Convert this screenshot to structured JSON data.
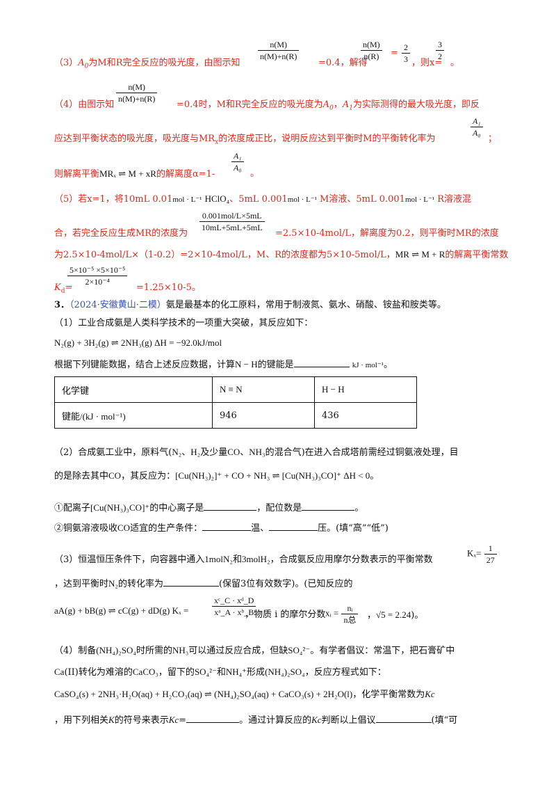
{
  "p3": {
    "prefix": "（3）",
    "a0": "A",
    "a0_sub": "0",
    "t1": "为M和R完全反应的吸光度，由图示知",
    "frac1_num": "n(M)",
    "frac1_den": "n(M)+n(R)",
    "t2": "=0.4，解得",
    "frac2_num": "n(M)",
    "frac2_den": "n(R)",
    "eq": "=",
    "frac3_num": "2",
    "frac3_den": "3",
    "t3": "，则x=",
    "frac4_num": "3",
    "frac4_den": "2",
    "end": "。"
  },
  "p4": {
    "prefix": "（4）由图示知",
    "frac_num": "n(M)",
    "frac_den": "n(M)+n(R)",
    "t1": "=0.4时，M和R完全反应的吸光度为",
    "a0": "A",
    "a0_sub": "0",
    "t2": "，",
    "a1": "A",
    "a1_sub": "1",
    "t3": "为实际测得的最大吸光度，即反",
    "line2a": "应达到平衡状态的吸光度，吸光度与MR",
    "line2_sub": "x",
    "line2b": "的浓度成正比，说明反应达到平衡时M的平衡转化率为",
    "frac2_num": "A₁",
    "frac2_den": "A₀",
    "line2c": "；",
    "line3a": "则解离平衡",
    "line3_eq": "MRₓ ⇌ M + xR",
    "line3b": "的解离度α=1-",
    "frac3_num": "A₁",
    "frac3_den": "A₀",
    "line3c": "。"
  },
  "p5": {
    "line1a": "（5）若x=1，将10mL 0.01",
    "unit1": "mol · L⁻¹",
    "hclo4": "HClO₄",
    "line1b": "、5mL 0.001",
    "unit2": "mol · L⁻¹",
    "line1c": "M溶液、5mL 0.001",
    "unit3": "mol · L⁻¹",
    "line1d": "R溶液混",
    "line2a": "合，若完全反应生成MR的浓度为",
    "frac_num": "0.001mol/L×5mL",
    "frac_den": "10mL+5mL+5mL",
    "line2b": "=2.5×10-4mol/L，解离度为0.2，则平衡时MR的浓度",
    "line3a": "为2.5×10-4mol/L×（1-0.2）=2×10-4mol/L，M、R的浓度都为5×10-5mol/L，",
    "line3_eq": "MR ⇌ M + R",
    "line3b": "的解离平衡常数",
    "kd": "K",
    "kd_sub": "d",
    "kd_eq": "=",
    "frac2_num": "5×10⁻⁵ ×5×10⁻⁵",
    "frac2_den": "2×10⁻⁴",
    "line4b": "=1.25×10-5。"
  },
  "q3": {
    "number": "3．",
    "source": "（2024·安徽黄山·二模）",
    "intro": "氨是最基本的化工原料，常用于制液氮、氨水、硝酸、铵盐和胺类等。",
    "s1": "（1）工业合成氨是人类科学技术的一项重大突破，其反应如下：",
    "reaction1": "N₂(g) + 3H₂(g) ⇌ 2NH₃(g) ΔH = −92.0kJ/mol",
    "s1b_a": "根据下列键能数据，结合上述反应数据，计算",
    "s1b_nh": "N − H",
    "s1b_b": "的键能是",
    "s1b_unit": "kJ · mol⁻¹",
    "s1b_end": "。",
    "table": {
      "headers": [
        "化学键",
        "N ≡ N",
        "H − H"
      ],
      "row_label": "键能",
      "row_unit": "/(kJ · mol⁻¹)",
      "values": [
        "946",
        "436"
      ]
    },
    "s2a": "（2）合成氨工业中，原料气(",
    "s2_gases1": "N₂、H₂",
    "s2b": "及少量",
    "s2_gases2": "CO、NH₃",
    "s2c": "的混合气)在进入合成塔前需经过铜氨液处理，目",
    "s2d": "的是除去其中",
    "s2_co": "CO",
    "s2e": "，其反应为：",
    "reaction2": "[Cu(NH₃)₂]⁺ + CO + NH₃ ⇌ [Cu(NH₃)₃CO]⁺ ΔH < 0",
    "s2_end": "。",
    "s2_q1a": "①配离子",
    "s2_q1_ion": "[Cu(NH₃)₃CO]⁺",
    "s2_q1b": "的中心离子是",
    "s2_q1c": "，配位数是",
    "s2_q1d": "。",
    "s2_q2a": "②铜氨溶液吸收",
    "s2_q2_co": "CO",
    "s2_q2b": "适宜的生产条件：",
    "s2_q2c": "温、",
    "s2_q2d": "压。(填“高”“低”)",
    "s3a": "（3）恒温恒压条件下，向容器中通入",
    "s3_n2": "1molN₂",
    "s3b": "和",
    "s3_h2": "3molH₂",
    "s3c": "，合成氨反应用摩尔分数表示的平衡常数",
    "s3_kx": "Kₓ",
    "s3_kx_eq": "=",
    "s3_kx_num": "1",
    "s3_kx_den": "27",
    "s3d": "，达到平衡时",
    "s3_n2b": "N₂",
    "s3e": "的转化率为",
    "s3f": "(保留3位有效数字)。(已知反应的",
    "s3_gen": "aA(g) + bB(g) ⇌ cC(g) + dD(g) Kₓ =",
    "s3_gen_num": "xᶜ_C · xᵈ_D",
    "s3_gen_den": "xᵃ_A · xᵇ_B",
    "s3g": "，物质 i 的摩尔分数",
    "s3_xi": "xᵢ =",
    "s3_xi_num": "nᵢ",
    "s3_xi_den": "n总",
    "s3h": "，",
    "s3_sqrt": "√5 = 2.24",
    "s3_end": ")。",
    "s4a": "（4）制备",
    "s4_nh4so4": "(NH₄)₂SO₄",
    "s4b": "时所需的",
    "s4_nh3": "NH₃",
    "s4c": "可以通过反应合成，但缺",
    "s4_so4": "SO₄²⁻",
    "s4d": "。有学者倡议：常温下，把石膏矿中",
    "s4_ca": "Ca",
    "s4e": "(II)转化为难溶的",
    "s4_caco3": "CaCO₃",
    "s4f": "，留下的",
    "s4_so4b": "SO₄²⁻",
    "s4g": "和",
    "s4_nh4": "NH₄⁺",
    "s4h": "形成",
    "s4_nh4so4b": "(NH₄)₂SO₄",
    "s4i": "，反应方程式如下：",
    "reaction4": "CaSO₄(s) + 2NH₃·H₂O(aq) + H₂CO₃(aq) ⇌ (NH₄)₂SO₄(aq) + CaCO₃(s) + 2H₂O(l)",
    "s4j": "，化学平衡常数为",
    "s4_kc": "Kc",
    "s4k": "，用下列相关",
    "s4_k": "K",
    "s4l": "的符号来表示",
    "s4_kc2": "Kc",
    "s4m": "=",
    "s4n": "。通过计算反应的",
    "s4_kc3": "Kc",
    "s4o": "判断以上倡议",
    "s4p": "(填“可"
  }
}
